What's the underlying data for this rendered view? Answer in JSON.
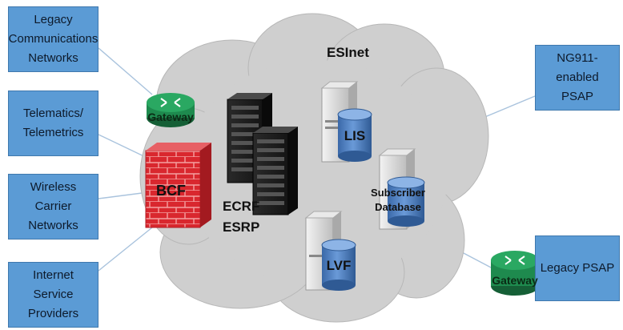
{
  "diagram": {
    "network_label": "ESInet",
    "left_boxes": [
      {
        "label": "Legacy\nCommunications\nNetworks"
      },
      {
        "label": "Telematics/\nTelemetrics"
      },
      {
        "label": "Wireless Carrier\nNetworks"
      },
      {
        "label": "Internet Service\nProviders"
      }
    ],
    "right_boxes": [
      {
        "label": "NG911-enabled\nPSAP"
      },
      {
        "label": "Legacy PSAP"
      }
    ],
    "gateway_left_label": "Gateway",
    "gateway_right_label": "Gateway",
    "bcf_label": "BCF",
    "ecrf_label": "ECRF",
    "esrp_label": "ESRP",
    "lis_label": "LIS",
    "subscriber_db_label": "Subscriber\nDatabase",
    "lvf_label": "LVF"
  },
  "colors": {
    "box_fill": "#5b9bd5",
    "cloud_fill": "#cfcfcf",
    "gateway_green": "#1e8a4e",
    "firewall_red": "#d9272e",
    "db_blue": "#4a7fc4"
  }
}
